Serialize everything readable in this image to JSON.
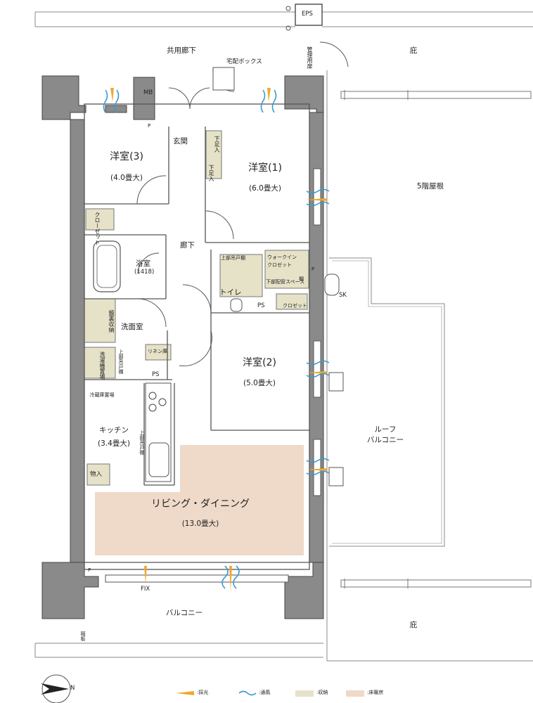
{
  "plan": {
    "labels": {
      "common_corridor": "共用廊下",
      "delivery_box": "宅配ボックス",
      "garden_top": "庇",
      "garden_bottom": "庇",
      "kanri_door": "管理用扉",
      "eps": "EPS",
      "mb": "MB",
      "p_mark": "P",
      "genkan": "玄関",
      "shoe1": "下足入",
      "shoe2": "下足入",
      "room3": "洋室(3)",
      "room3_size": "(4.0畳大)",
      "room1": "洋室(1)",
      "room1_size": "(6.0畳大)",
      "closet_small": "クローゼット",
      "bath": "浴室",
      "bath_size": "(1418)",
      "corridor": "廊下",
      "toilet": "トイレ",
      "upper_shelf": "上部吊戸棚",
      "walkin": "ウォークイン\nクロゼット",
      "shelf": "棚",
      "under_space": "下部配管スペース",
      "ps1": "PS",
      "ps2": "PS",
      "closet2": "クロゼット",
      "sk": "SK",
      "mirror_storage": "鏡裏収納",
      "washroom": "洗面室",
      "linen": "リネン庫",
      "washer": "洗濯機置場",
      "upper_cabinet1": "上部吊戸棚",
      "fridge": "冷蔵庫置場",
      "kitchen": "キッチン",
      "kitchen_size": "(3.4畳大)",
      "upper_cabinet2": "上部吊戸棚",
      "storage": "物入",
      "room2": "洋室(2)",
      "room2_size": "(5.0畳大)",
      "roof": "5階屋根",
      "roof_balcony": "ルーフ\nバルコニー",
      "living": "リビング・ダイニング",
      "living_size": "(13.0畳大)",
      "fix": "FIX",
      "balcony": "バルコニー",
      "partition": "隔板",
      "north": "N"
    },
    "legend": [
      {
        "label": ":採光",
        "color": "#f0a830",
        "kind": "light"
      },
      {
        "label": ":通風",
        "color": "#3a9ad0",
        "kind": "wind"
      },
      {
        "label": ":収納",
        "color": "#e6e2c8",
        "kind": "storage"
      },
      {
        "label": ":床暖房",
        "color": "#efd9c8",
        "kind": "floorheat"
      }
    ],
    "colors": {
      "wall": "#7a7a7a",
      "line": "#555555",
      "storage": "#e6e2c8",
      "floorheat": "#efd9c8",
      "light": "#f0a830",
      "wind": "#3a9ad0"
    }
  }
}
